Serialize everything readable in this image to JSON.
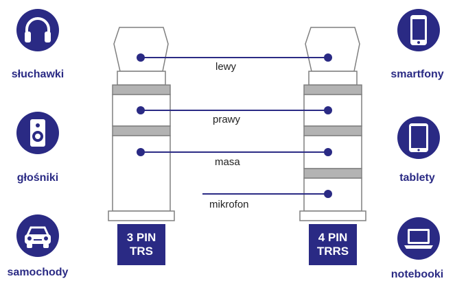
{
  "colors": {
    "accent": "#2a2a84",
    "band": "#b3b3b3",
    "outline": "#7f7f7f"
  },
  "left_devices": [
    {
      "label": "słuchawki",
      "icon": "headphones-icon"
    },
    {
      "label": "głośniki",
      "icon": "speaker-icon"
    },
    {
      "label": "samochody",
      "icon": "car-icon"
    }
  ],
  "right_devices": [
    {
      "label": "smartfony",
      "icon": "smartphone-icon"
    },
    {
      "label": "tablety",
      "icon": "tablet-icon"
    },
    {
      "label": "notebooki",
      "icon": "laptop-icon"
    }
  ],
  "connections": {
    "lewy": "lewy",
    "prawy": "prawy",
    "masa": "masa",
    "mikrofon": "mikrofon"
  },
  "plugs": {
    "left": {
      "line1": "3 PIN",
      "line2": "TRS"
    },
    "right": {
      "line1": "4 PIN",
      "line2": "TRRS"
    }
  }
}
